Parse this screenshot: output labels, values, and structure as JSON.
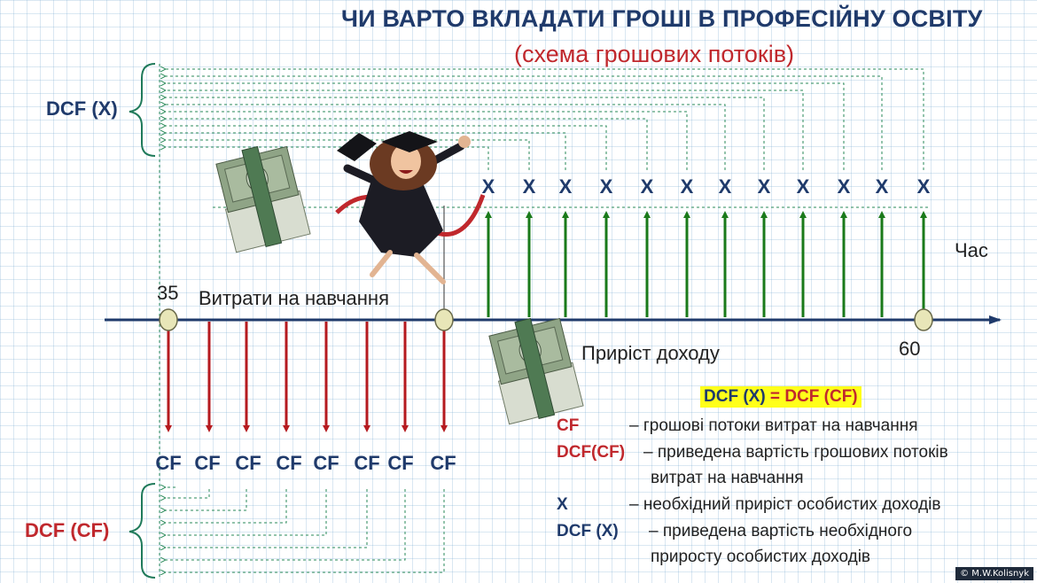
{
  "title": "ЧИ ВАРТО ВКЛАДАТИ ГРОШІ В ПРОФЕСІЙНУ ОСВІТУ",
  "subtitle": "(схема грошових потоків)",
  "dcf_x_label": "DCF (X)",
  "dcf_cf_label": "DCF (CF)",
  "axis": {
    "start_age": "35",
    "end_age": "60",
    "time_label": "Час",
    "costs_label": "Витрати на навчання",
    "income_label": "Приріст доходу"
  },
  "cf_labels": [
    "CF",
    "CF",
    "CF",
    "CF",
    "CF",
    "CF",
    "CF",
    "CF"
  ],
  "x_labels": [
    "X",
    "X",
    "X",
    "X",
    "X",
    "X",
    "X",
    "X",
    "X",
    "X",
    "X",
    "X"
  ],
  "formula": {
    "left": "DCF (X)",
    "eq": " = ",
    "right": "DCF (CF)"
  },
  "legend": [
    {
      "key": "CF",
      "text": "– грошові потоки витрат на навчання",
      "color": "#c0282d"
    },
    {
      "key": "DCF(CF)",
      "text": "– приведена вартість грошових потоків",
      "color": "#c0282d"
    },
    {
      "key": "",
      "text": "витрат на навчання",
      "color": "#c0282d"
    },
    {
      "key": "X",
      "text": "– необхідний приріст особистих доходів",
      "color": "#1f3a6b"
    },
    {
      "key": "DCF (X)",
      "text": "– приведена вартість необхідного",
      "color": "#1f3a6b"
    },
    {
      "key": "",
      "text": "приросту особистих доходів",
      "color": "#1f3a6b"
    }
  ],
  "copyright": "© M.W.Kolisnyk",
  "colors": {
    "navy": "#1f3a6b",
    "red_arrow": "#b51a1f",
    "green_arrow": "#1a7a1a",
    "node_fill": "#e8e6b8",
    "axis": "#1f3a6b"
  }
}
